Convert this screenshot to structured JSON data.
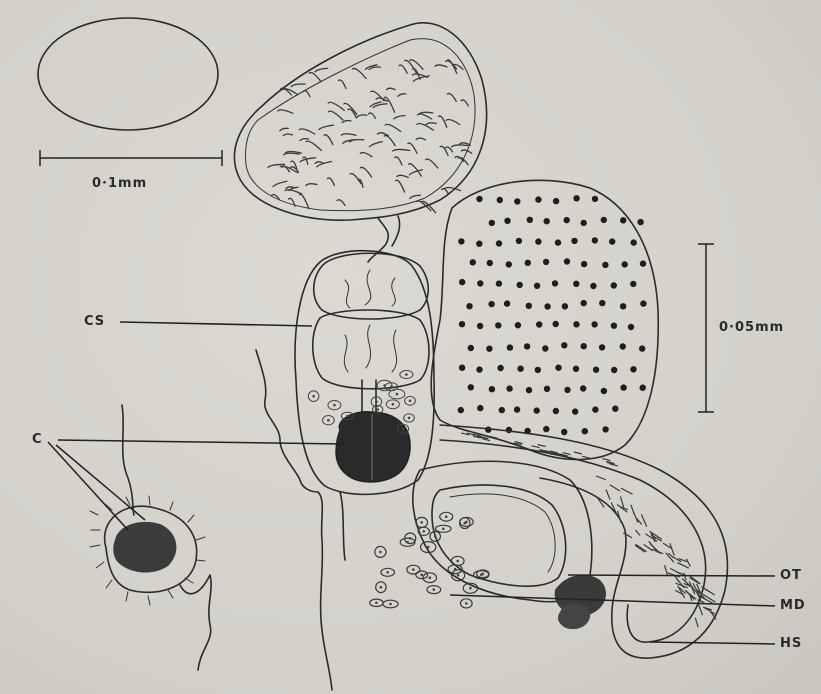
{
  "scale_bars": {
    "large": "0·1mm",
    "small": "0·05mm"
  },
  "labels": {
    "cs": "CS",
    "c": "C",
    "ot": "OT",
    "md": "MD",
    "hs": "HS"
  },
  "colors": {
    "background": "#d6d3cd",
    "ink": "#2b2b2b"
  }
}
